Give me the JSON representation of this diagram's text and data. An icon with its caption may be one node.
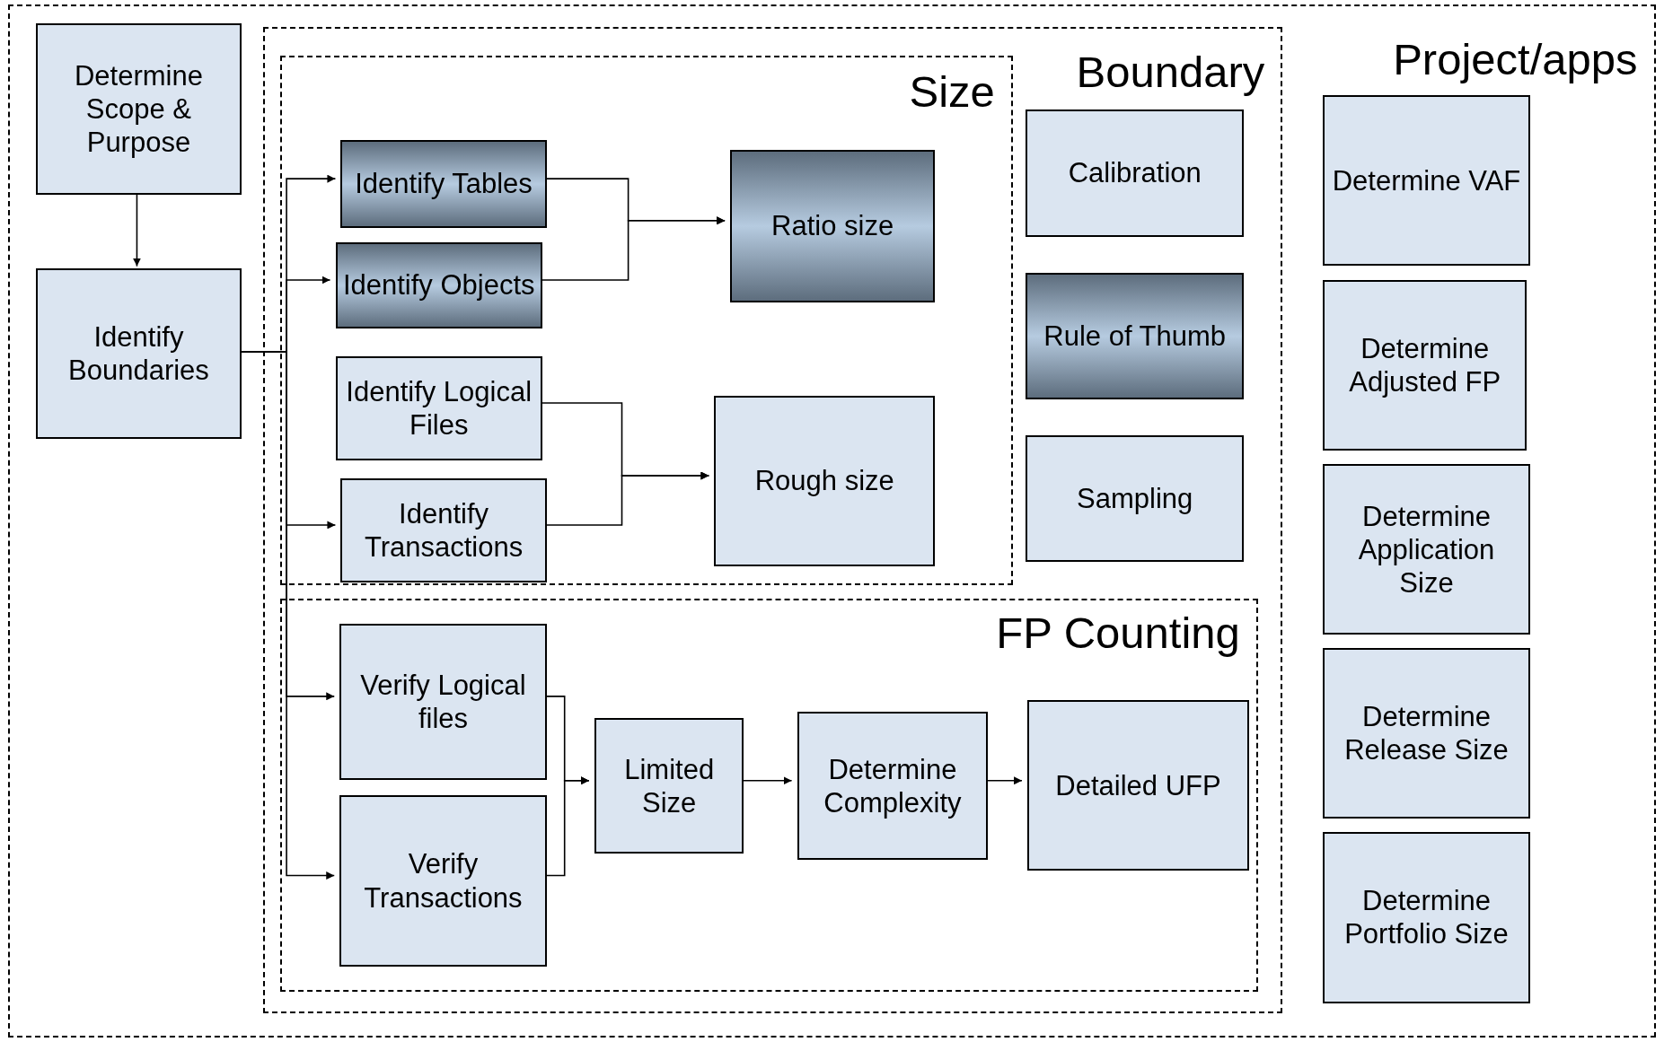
{
  "diagram": {
    "nodes": [
      {
        "text": [
          "Project/apps"
        ]
      },
      {
        "text": [
          "Determine Scope & Purpose"
        ],
        "in": 0
      },
      {
        "text": [
          "Identify Boundaries"
        ],
        "in": 0
      },
      {
        "text": [
          "Boundary"
        ],
        "in": 0
      },
      {
        "text": [
          "Size"
        ],
        "in": 3
      },
      {
        "text": [
          "Identify Tables"
        ],
        "in": 4
      },
      {
        "text": [
          "Identify Objects"
        ],
        "in": 4
      },
      {
        "text": [
          "Identify Logical Files"
        ],
        "in": 4
      },
      {
        "text": [
          "Identify Transactions"
        ],
        "in": 4
      },
      {
        "text": [
          "Ratio size"
        ],
        "in": 4
      },
      {
        "text": [
          "Rough size"
        ],
        "in": 4
      },
      {
        "text": [
          "Calibration"
        ],
        "in": 3
      },
      {
        "text": [
          "Rule of Thumb"
        ],
        "in": 3
      },
      {
        "text": [
          "Sampling"
        ],
        "in": 3
      },
      {
        "text": [
          "FP Counting"
        ],
        "in": 3
      },
      {
        "text": [
          "Verify Logical files"
        ],
        "in": 14
      },
      {
        "text": [
          "Verify Transactions"
        ],
        "in": 14
      },
      {
        "text": [
          "Limited Size"
        ],
        "in": 14
      },
      {
        "text": [
          "Determine Complexity"
        ],
        "in": 14
      },
      {
        "text": [
          "Detailed UFP"
        ],
        "in": 14
      },
      {
        "text": [
          "Determine VAF"
        ],
        "in": 0
      },
      {
        "text": [
          "Determine Adjusted FP"
        ],
        "in": 0
      },
      {
        "text": [
          "Determine Application Size"
        ],
        "in": 0
      },
      {
        "text": [
          "Determine Release Size"
        ],
        "in": 0
      },
      {
        "text": [
          "Determine Portfolio Size"
        ],
        "in": 0
      }
    ],
    "edges": [
      {
        "from": 1,
        "to": 2,
        "arrow": "to"
      },
      {
        "from": 2,
        "to": 5,
        "arrow": "to"
      },
      {
        "from": 2,
        "to": 6,
        "arrow": "to"
      },
      {
        "from": 2,
        "to": 8,
        "arrow": "to"
      },
      {
        "from": 2,
        "to": 15,
        "arrow": "to"
      },
      {
        "from": 2,
        "to": 16,
        "arrow": "to"
      },
      {
        "from": 5,
        "to": 9,
        "arrow": "to"
      },
      {
        "from": 6,
        "to": 9,
        "arrow": "to"
      },
      {
        "from": 7,
        "to": 10,
        "arrow": "to"
      },
      {
        "from": 8,
        "to": 10,
        "arrow": "to"
      },
      {
        "from": 15,
        "to": 17,
        "arrow": "to"
      },
      {
        "from": 16,
        "to": 17,
        "arrow": "to"
      },
      {
        "from": 17,
        "to": 18,
        "arrow": "to"
      },
      {
        "from": 18,
        "to": 19,
        "arrow": "to"
      }
    ]
  }
}
